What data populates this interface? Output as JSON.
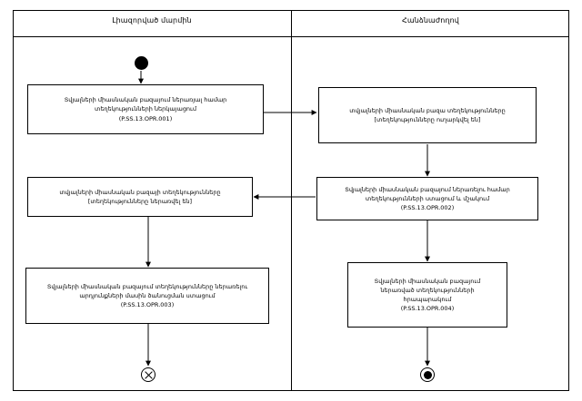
{
  "diagram": {
    "type": "activity-diagram",
    "lanes": [
      {
        "id": "left",
        "title": "Լիազորված մարմին"
      },
      {
        "id": "right",
        "title": "Հանձնաժողով"
      }
    ],
    "nodes": [
      {
        "id": "start",
        "kind": "initial-node",
        "lane": "left",
        "label": ""
      },
      {
        "id": "a1",
        "kind": "activity",
        "lane": "left",
        "label": "Տվյալների միասնական բազայում ներառյալ համար\nտեղեկությունների ներկայացում\n(P.SS.13.OPR.001)"
      },
      {
        "id": "a2",
        "kind": "activity",
        "lane": "right",
        "label": "տվյալների միասնական բազա տեղեկությունները\n[տեղեկությունները ուղարկվել են]"
      },
      {
        "id": "a3",
        "kind": "activity",
        "lane": "right",
        "label": "Տվյալների միասնական բազայում ներառելու համար\nտեղեկությունների ստացում և մշակում\n(P.SS.13.OPR.002)"
      },
      {
        "id": "a4",
        "kind": "activity",
        "lane": "left",
        "label": "տվյալների միասնական բազայի տեղեկությունները\n[տեղեկությունները ներառվել են]"
      },
      {
        "id": "a5",
        "kind": "activity",
        "lane": "left",
        "label": "Տվյալների միասնական բազայում տեղեկությունները ներառելու\nարդյունքների մասին ծանուցման ստացում\n(P.SS.13.OPR.003)"
      },
      {
        "id": "a6",
        "kind": "activity",
        "lane": "right",
        "label": "Տվյալների միասնական բազայում\nներառված տեղեկությունների\nհրապարակում\n(P.SS.13.OPR.004)"
      },
      {
        "id": "end-left",
        "kind": "flow-final-node",
        "lane": "left",
        "label": ""
      },
      {
        "id": "end-right",
        "kind": "final-node",
        "lane": "right",
        "label": ""
      }
    ],
    "edges": [
      {
        "from": "start",
        "to": "a1"
      },
      {
        "from": "a1",
        "to": "a2"
      },
      {
        "from": "a2",
        "to": "a3"
      },
      {
        "from": "a3",
        "to": "a4"
      },
      {
        "from": "a4",
        "to": "a5"
      },
      {
        "from": "a5",
        "to": "end-left"
      },
      {
        "from": "a3",
        "to": "a6"
      },
      {
        "from": "a6",
        "to": "end-right"
      }
    ],
    "colors": {
      "stroke": "#000000",
      "fill": "#ffffff",
      "text": "#000000"
    }
  }
}
